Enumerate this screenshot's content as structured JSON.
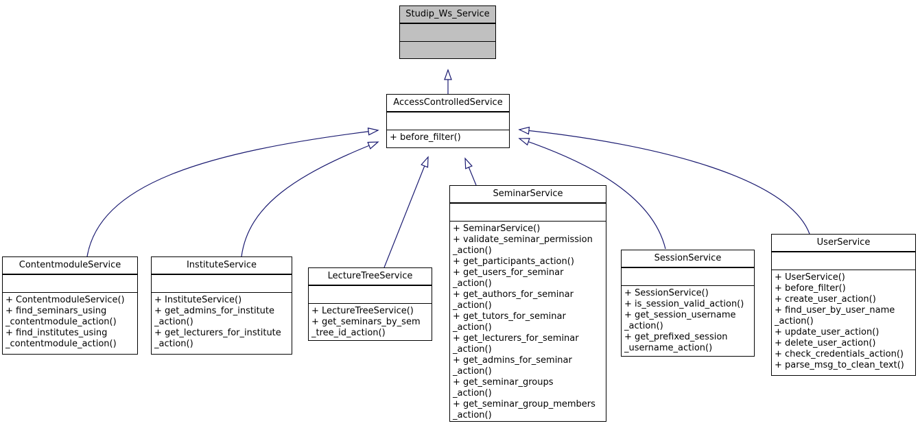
{
  "colors": {
    "edge": "#191970",
    "root_fill": "#c0c0c0",
    "box_fill": "#ffffff",
    "border": "#000000"
  },
  "classes": {
    "studip_ws_service": {
      "name": "Studip_Ws_Service",
      "methods": []
    },
    "access_controlled_service": {
      "name": "AccessControlledService",
      "methods": [
        "+ before_filter()"
      ]
    },
    "contentmodule_service": {
      "name": "ContentmoduleService",
      "methods": [
        "+ ContentmoduleService()",
        "+ find_seminars_using",
        "_contentmodule_action()",
        "+ find_institutes_using",
        "_contentmodule_action()"
      ]
    },
    "institute_service": {
      "name": "InstituteService",
      "methods": [
        "+ InstituteService()",
        "+ get_admins_for_institute",
        "_action()",
        "+ get_lecturers_for_institute",
        "_action()"
      ]
    },
    "lecture_tree_service": {
      "name": "LectureTreeService",
      "methods": [
        "+ LectureTreeService()",
        "+ get_seminars_by_sem",
        "_tree_id_action()"
      ]
    },
    "seminar_service": {
      "name": "SeminarService",
      "methods": [
        "+ SeminarService()",
        "+ validate_seminar_permission",
        "_action()",
        "+ get_participants_action()",
        "+ get_users_for_seminar",
        "_action()",
        "+ get_authors_for_seminar",
        "_action()",
        "+ get_tutors_for_seminar",
        "_action()",
        "+ get_lecturers_for_seminar",
        "_action()",
        "+ get_admins_for_seminar",
        "_action()",
        "+ get_seminar_groups",
        "_action()",
        "+ get_seminar_group_members",
        "_action()"
      ]
    },
    "session_service": {
      "name": "SessionService",
      "methods": [
        "+ SessionService()",
        "+ is_session_valid_action()",
        "+ get_session_username",
        "_action()",
        "+ get_prefixed_session",
        "_username_action()"
      ]
    },
    "user_service": {
      "name": "UserService",
      "methods": [
        "+ UserService()",
        "+ before_filter()",
        "+ create_user_action()",
        "+ find_user_by_user_name",
        "_action()",
        "+ update_user_action()",
        "+ delete_user_action()",
        "+ check_credentials_action()",
        "+ parse_msg_to_clean_text()"
      ]
    }
  },
  "inheritance": [
    {
      "child": "AccessControlledService",
      "parent": "Studip_Ws_Service"
    },
    {
      "child": "ContentmoduleService",
      "parent": "AccessControlledService"
    },
    {
      "child": "InstituteService",
      "parent": "AccessControlledService"
    },
    {
      "child": "LectureTreeService",
      "parent": "AccessControlledService"
    },
    {
      "child": "SeminarService",
      "parent": "AccessControlledService"
    },
    {
      "child": "SessionService",
      "parent": "AccessControlledService"
    },
    {
      "child": "UserService",
      "parent": "AccessControlledService"
    }
  ]
}
